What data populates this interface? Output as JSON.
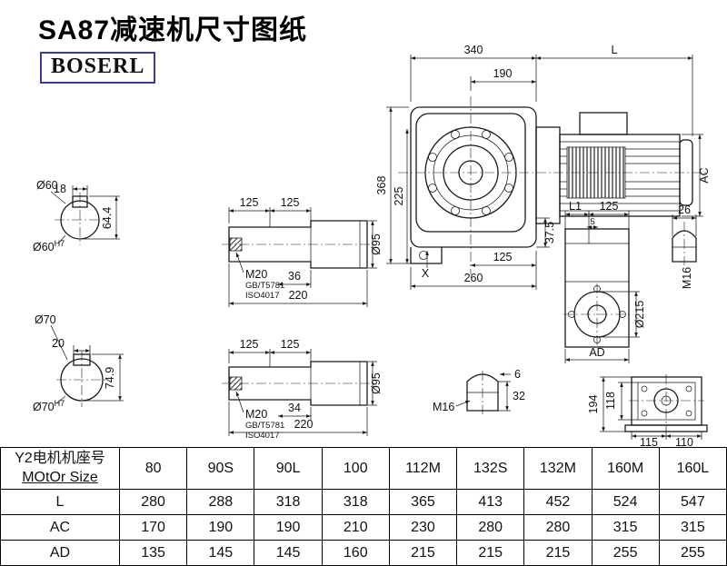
{
  "title": "SA87减速机尺寸图纸",
  "logo": "BOSERL",
  "drawing": {
    "main": {
      "d340": "340",
      "dL": "L",
      "d190": "190",
      "d368": "368",
      "d225": "225",
      "d37_5": "37.5",
      "d125": "125",
      "d260": "260",
      "dX": "X",
      "dAC": "AC"
    },
    "shaft60": {
      "label": "Ø60",
      "key_width": "18",
      "key_depth": "64.4",
      "fit_base": "Ø60",
      "fit_sup": "H7"
    },
    "shaft70": {
      "label": "Ø70",
      "key_width": "20",
      "key_depth": "74.9",
      "fit_base": "Ø70",
      "fit_sup": "H7"
    },
    "shaft_top": {
      "d125a": "125",
      "d125b": "125",
      "thread": "M20",
      "std1": "GB/T5781",
      "std2": "ISO4017",
      "d36": "36",
      "d220": "220",
      "dia": "Ø95"
    },
    "shaft_bottom": {
      "d125a": "125",
      "d125b": "125",
      "thread": "M20",
      "std1": "GB/T5781",
      "std2": "ISO4017",
      "d34": "34",
      "d220": "220",
      "dia": "Ø95"
    },
    "side": {
      "dL1": "L1",
      "d125": "125",
      "d5": "5",
      "d26": "26",
      "m16": "M16",
      "dia": "Ø215",
      "dAD": "AD"
    },
    "plug": {
      "d6": "6",
      "d32": "32",
      "m16": "M16"
    },
    "bottom": {
      "d194": "194",
      "d118": "118",
      "d115": "115",
      "d110": "110"
    }
  },
  "table": {
    "header": {
      "line1": "Y2电机机座号",
      "line2": "MOtOr Size"
    },
    "columns": [
      "80",
      "90S",
      "90L",
      "100",
      "112M",
      "132S",
      "132M",
      "160M",
      "160L"
    ],
    "rows": [
      {
        "label": "L",
        "values": [
          "280",
          "288",
          "318",
          "318",
          "365",
          "413",
          "452",
          "524",
          "547"
        ]
      },
      {
        "label": "AC",
        "values": [
          "170",
          "190",
          "190",
          "210",
          "230",
          "280",
          "280",
          "315",
          "315"
        ]
      },
      {
        "label": "AD",
        "values": [
          "135",
          "145",
          "145",
          "160",
          "215",
          "215",
          "215",
          "255",
          "255"
        ]
      }
    ]
  }
}
